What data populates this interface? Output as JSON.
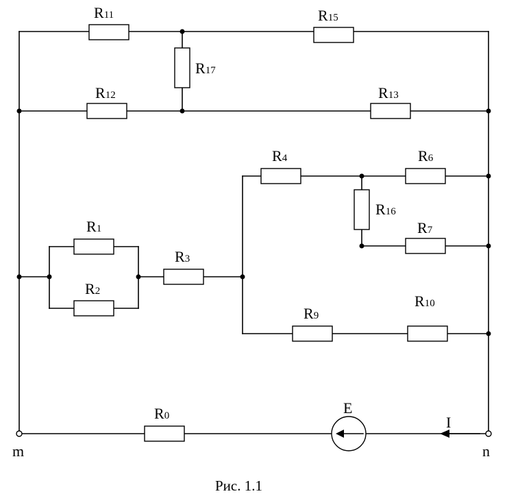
{
  "resistors": [
    {
      "id": "R11",
      "letter": "R",
      "sub": "11"
    },
    {
      "id": "R15",
      "letter": "R",
      "sub": "15"
    },
    {
      "id": "R17",
      "letter": "R",
      "sub": "17"
    },
    {
      "id": "R12",
      "letter": "R",
      "sub": "12"
    },
    {
      "id": "R13",
      "letter": "R",
      "sub": "13"
    },
    {
      "id": "R4",
      "letter": "R",
      "sub": "4"
    },
    {
      "id": "R6",
      "letter": "R",
      "sub": "6"
    },
    {
      "id": "R16",
      "letter": "R",
      "sub": "16"
    },
    {
      "id": "R7",
      "letter": "R",
      "sub": "7"
    },
    {
      "id": "R1",
      "letter": "R",
      "sub": "1"
    },
    {
      "id": "R2",
      "letter": "R",
      "sub": "2"
    },
    {
      "id": "R3",
      "letter": "R",
      "sub": "3"
    },
    {
      "id": "R9",
      "letter": "R",
      "sub": "9"
    },
    {
      "id": "R10",
      "letter": "R",
      "sub": "10"
    },
    {
      "id": "R0",
      "letter": "R",
      "sub": "0"
    }
  ],
  "source_label": "E",
  "current_label": "I",
  "terminal_m": "m",
  "terminal_n": "n",
  "caption": "Рис. 1.1"
}
